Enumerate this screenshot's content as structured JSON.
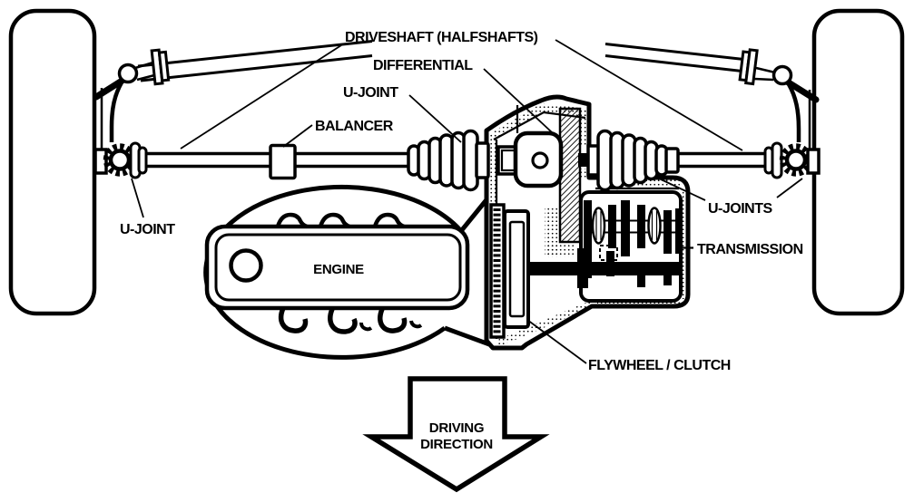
{
  "diagram": {
    "colors": {
      "background": "#ffffff",
      "line": "#000000"
    },
    "labels": {
      "driveshaft": "DRIVESHAFT (HALFSHAFTS)",
      "differential": "DIFFERENTIAL",
      "u_joint_upper": "U-JOINT",
      "balancer": "BALANCER",
      "u_joint_left": "U-JOINT",
      "u_joints_right": "U-JOINTS",
      "transmission": "TRANSMISSION",
      "engine": "ENGINE",
      "flywheel_clutch": "FLYWHEEL / CLUTCH"
    },
    "arrow": {
      "line1": "DRIVING",
      "line2": "DIRECTION",
      "direction": "down"
    }
  }
}
